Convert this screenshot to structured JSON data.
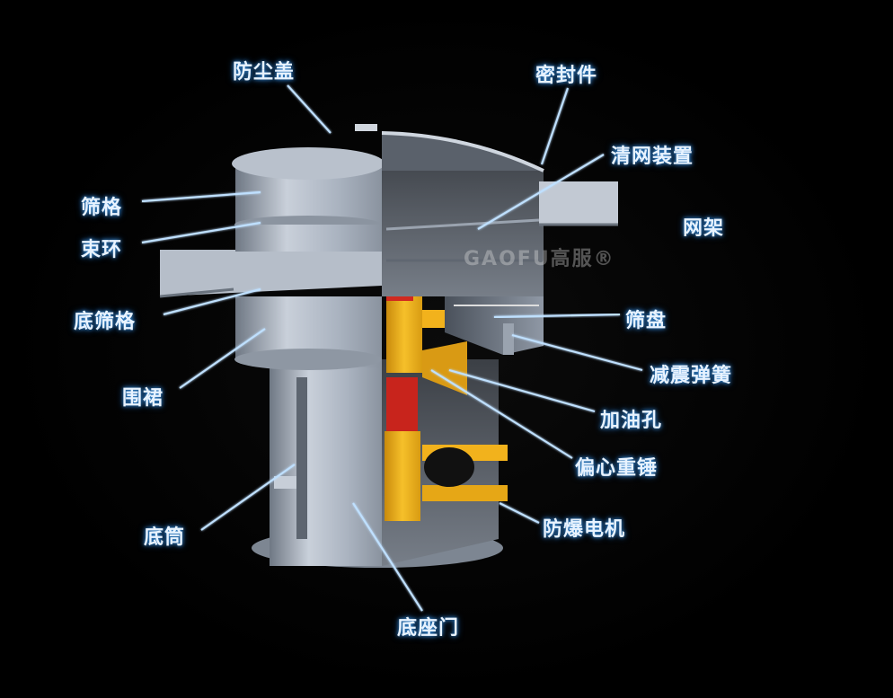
{
  "watermark": "GAOFU高服®",
  "labels": {
    "dust_cover": "防尘盖",
    "seal": "密封件",
    "mesh_cleaner": "清网装置",
    "screen_frame": "筛格",
    "mesh_rack": "网架",
    "clamp_ring": "束环",
    "bottom_frame": "底筛格",
    "sieve_tray": "筛盘",
    "skirt": "围裙",
    "damping_spring": "减震弹簧",
    "oil_hole": "加油孔",
    "eccentric_weight": "偏心重锤",
    "base_cylinder": "底筒",
    "explosion_proof_motor": "防爆电机",
    "base_door": "底座门"
  },
  "colors": {
    "label_text": "#e8f3ff",
    "label_glow": "#3a8fd8",
    "steel": "#aab3c0",
    "motor_yellow": "#f2b21c",
    "motor_red": "#c8241c"
  }
}
